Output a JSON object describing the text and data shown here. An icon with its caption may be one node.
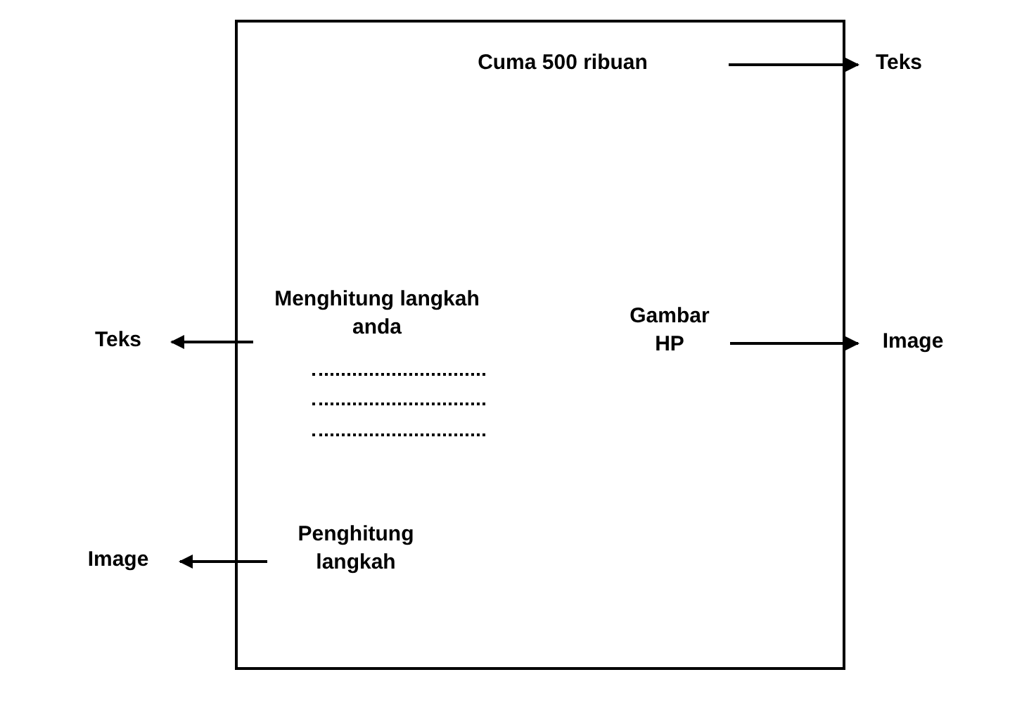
{
  "diagram": {
    "nodes": [
      {
        "text": [],
        "shape": "box"
      },
      {
        "text": [
          "Cuma 500 ribuan"
        ],
        "in": 0
      },
      {
        "text": [
          "Teks"
        ]
      },
      {
        "text": [
          "Menghitung langkah anda"
        ],
        "in": 0
      },
      {
        "text": [
          "Teks"
        ]
      },
      {
        "text": [
          "Gambar HP"
        ],
        "in": 0
      },
      {
        "text": [
          "Image"
        ]
      },
      {
        "text": [
          "Penghitung langkah"
        ],
        "in": 0
      },
      {
        "text": [
          "Image"
        ]
      }
    ],
    "edges": [
      {
        "from": 1,
        "to": 2,
        "arrow": "to"
      },
      {
        "from": 3,
        "to": 4,
        "arrow": "to"
      },
      {
        "from": 5,
        "to": 6,
        "arrow": "to"
      },
      {
        "from": 7,
        "to": 8,
        "arrow": "to"
      }
    ]
  }
}
